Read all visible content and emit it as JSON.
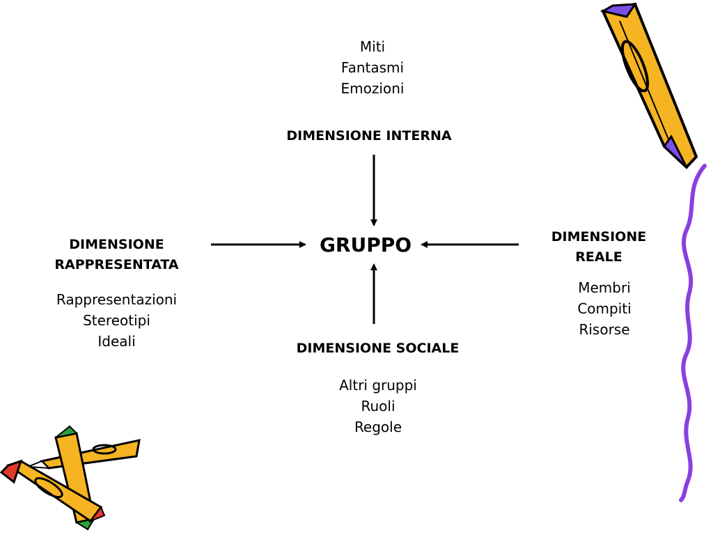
{
  "center": {
    "label": "GRUPPO"
  },
  "interna": {
    "items": [
      "Miti",
      "Fantasmi",
      "Emozioni"
    ],
    "title": "DIMENSIONE INTERNA"
  },
  "rappresentata": {
    "title": [
      "DIMENSIONE",
      "RAPPRESENTATA"
    ],
    "items": [
      "Rappresentazioni",
      "Stereotipi",
      "Ideali"
    ]
  },
  "reale": {
    "title": [
      "DIMENSIONE",
      "REALE"
    ],
    "items": [
      "Membri",
      "Compiti",
      "Risorse"
    ]
  },
  "sociale": {
    "title": "DIMENSIONE SOCIALE",
    "items": [
      "Altri gruppi",
      "Ruoli",
      "Regole"
    ]
  },
  "colors": {
    "squiggle": "#8a3fe0",
    "pencil_body": "#f6b422",
    "pencil_eraser": "#7b4fe6",
    "crayon_red": "#e23a2a",
    "crayon_green": "#2f9e3a",
    "outline": "#000000"
  }
}
